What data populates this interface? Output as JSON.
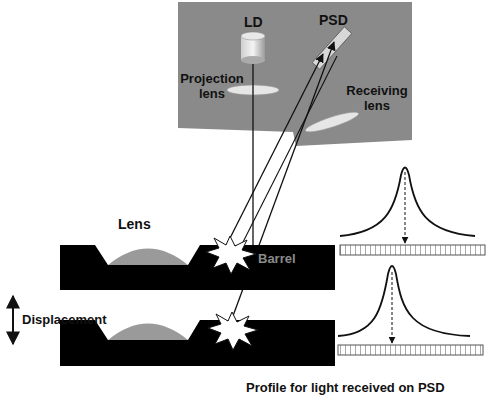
{
  "diagram": {
    "labels": [
      "LD",
      "PSD",
      "Projection lens",
      "Receiving lens",
      "Lens",
      "Barrel",
      "Displacement",
      "Profile for light received on PSD"
    ]
  }
}
